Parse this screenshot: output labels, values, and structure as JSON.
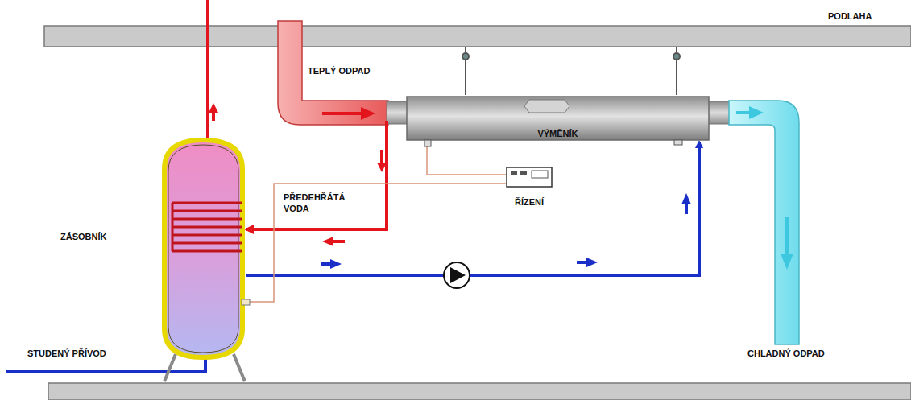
{
  "diagram": {
    "nodes": [
      {
        "text": [
          "ZÁSOBNÍK"
        ]
      },
      {
        "text": [
          "VÝMĚNÍK"
        ]
      },
      {
        "text": [
          "ŘÍZENÍ"
        ]
      }
    ],
    "edges": [
      {
        "from": 0,
        "to": 1,
        "arrow": "to"
      },
      {
        "from": 1,
        "to": 0,
        "arrow": "to",
        "label": "PŘEDEHŘÁTÁ VODA"
      },
      {
        "from": 2,
        "to": 1,
        "arrow": "none"
      },
      {
        "from": 2,
        "to": 0,
        "arrow": "none"
      }
    ],
    "labels": [
      "PODLAHA",
      "TEPLÝ ODPAD",
      "STUDENÝ PŘÍVOD",
      "CHLADNÝ ODPAD"
    ]
  }
}
